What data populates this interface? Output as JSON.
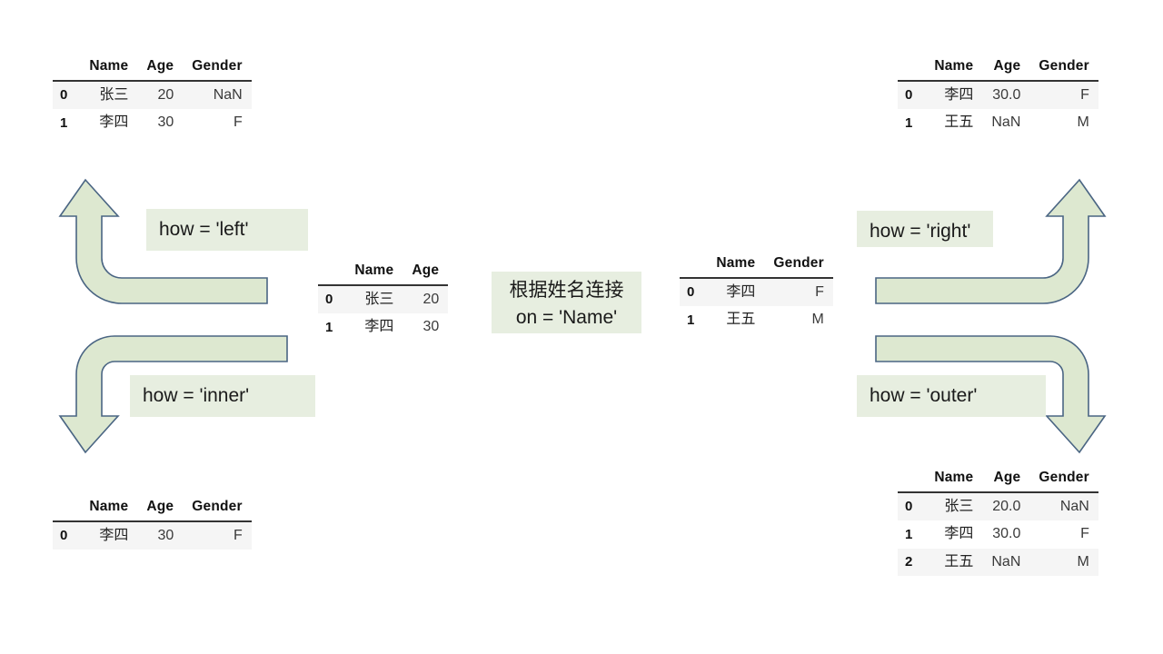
{
  "diagram": {
    "title": "pandas merge how= diagram",
    "accent_fill": "#dde8d0",
    "accent_stroke": "#4a6583",
    "chip_bg": "#e7eee0",
    "row_stripe": "#f5f5f5"
  },
  "tables": {
    "top_left": {
      "name": "df-left-input",
      "index_header": "",
      "columns": [
        "Name",
        "Age",
        "Gender"
      ],
      "rows": [
        {
          "index": "0",
          "cells": [
            "张三",
            "20",
            "NaN"
          ],
          "striped": true
        },
        {
          "index": "1",
          "cells": [
            "李四",
            "30",
            "F"
          ],
          "striped": false
        }
      ]
    },
    "top_right": {
      "name": "df-right-input",
      "index_header": "",
      "columns": [
        "Name",
        "Age",
        "Gender"
      ],
      "rows": [
        {
          "index": "0",
          "cells": [
            "李四",
            "30.0",
            "F"
          ],
          "striped": true
        },
        {
          "index": "1",
          "cells": [
            "王五",
            "NaN",
            "M"
          ],
          "striped": false
        }
      ]
    },
    "center_left": {
      "name": "df-source-left",
      "index_header": "",
      "columns": [
        "Name",
        "Age"
      ],
      "rows": [
        {
          "index": "0",
          "cells": [
            "张三",
            "20"
          ],
          "striped": true
        },
        {
          "index": "1",
          "cells": [
            "李四",
            "30"
          ],
          "striped": false
        }
      ]
    },
    "center_right": {
      "name": "df-source-right",
      "index_header": "",
      "columns": [
        "Name",
        "Gender"
      ],
      "rows": [
        {
          "index": "0",
          "cells": [
            "李四",
            "F"
          ],
          "striped": true
        },
        {
          "index": "1",
          "cells": [
            "王五",
            "M"
          ],
          "striped": false
        }
      ]
    },
    "bottom_left": {
      "name": "df-inner-result",
      "index_header": "",
      "columns": [
        "Name",
        "Age",
        "Gender"
      ],
      "rows": [
        {
          "index": "0",
          "cells": [
            "李四",
            "30",
            "F"
          ],
          "striped": true
        }
      ]
    },
    "bottom_right": {
      "name": "df-outer-result",
      "index_header": "",
      "columns": [
        "Name",
        "Age",
        "Gender"
      ],
      "rows": [
        {
          "index": "0",
          "cells": [
            "张三",
            "20.0",
            "NaN"
          ],
          "striped": true
        },
        {
          "index": "1",
          "cells": [
            "李四",
            "30.0",
            "F"
          ],
          "striped": false
        },
        {
          "index": "2",
          "cells": [
            "王五",
            "NaN",
            "M"
          ],
          "striped": true
        }
      ]
    }
  },
  "labels": {
    "left": "how = 'left'",
    "inner": "how = 'inner'",
    "right": "how = 'right'",
    "outer": "how = 'outer'",
    "center_line1": "根据姓名连接",
    "center_line2": "on = 'Name'"
  }
}
